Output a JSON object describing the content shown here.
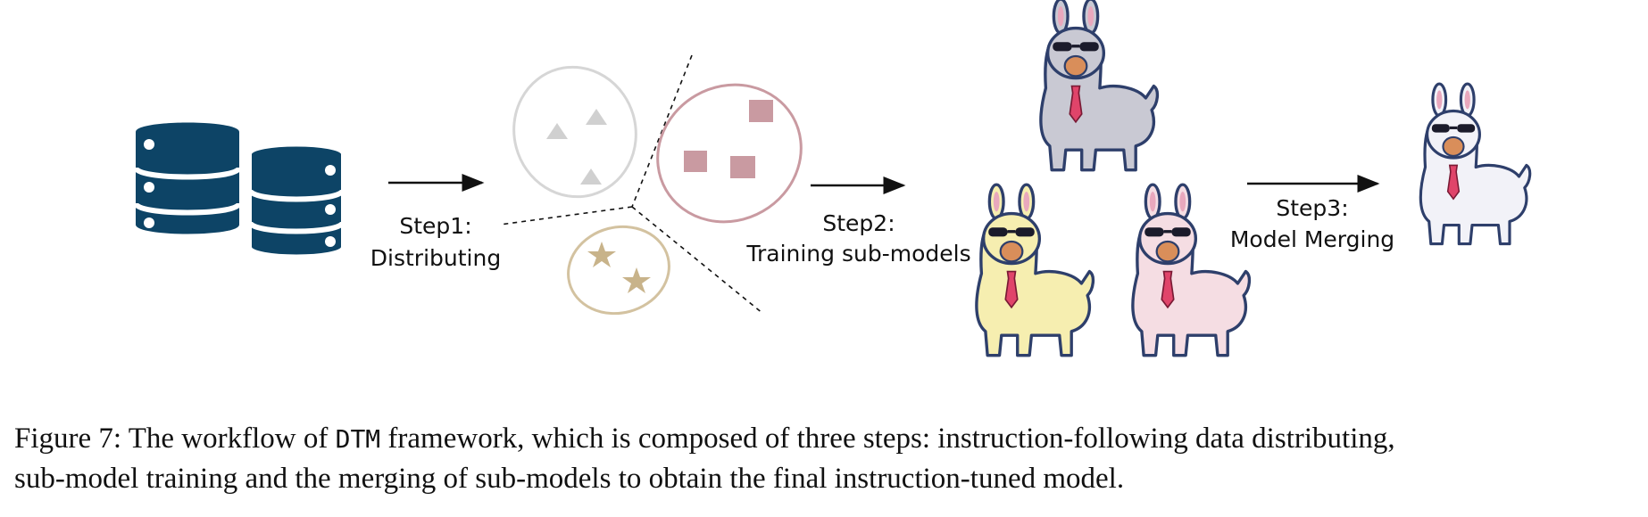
{
  "steps": {
    "step1": {
      "line1": "Step1:",
      "line2": "Distributing"
    },
    "step2": {
      "line1": "Step2:",
      "line2": "Training sub-models"
    },
    "step3": {
      "line1": "Step3:",
      "line2": "Model Merging"
    }
  },
  "caption": {
    "prefix": "Figure 7: The workflow of ",
    "method": "DTM",
    "line1_rest": " framework, which is composed of three steps: instruction-following data distributing,",
    "line2": "sub-model training and the merging of sub-models to obtain the final instruction-tuned model."
  },
  "colors": {
    "database": "#0d4466",
    "triangle_cluster": "#d0d0d0",
    "square_cluster": "#c99aa1",
    "star_cluster": "#d3c2a0",
    "llama_gray": "#c9c9d3",
    "llama_yellow": "#f6eeb0",
    "llama_pink": "#f5dde3",
    "llama_white": "#f2f2f8"
  },
  "icons": [
    "database-icon",
    "triangle-cluster",
    "square-cluster",
    "star-cluster",
    "llama-icon"
  ]
}
